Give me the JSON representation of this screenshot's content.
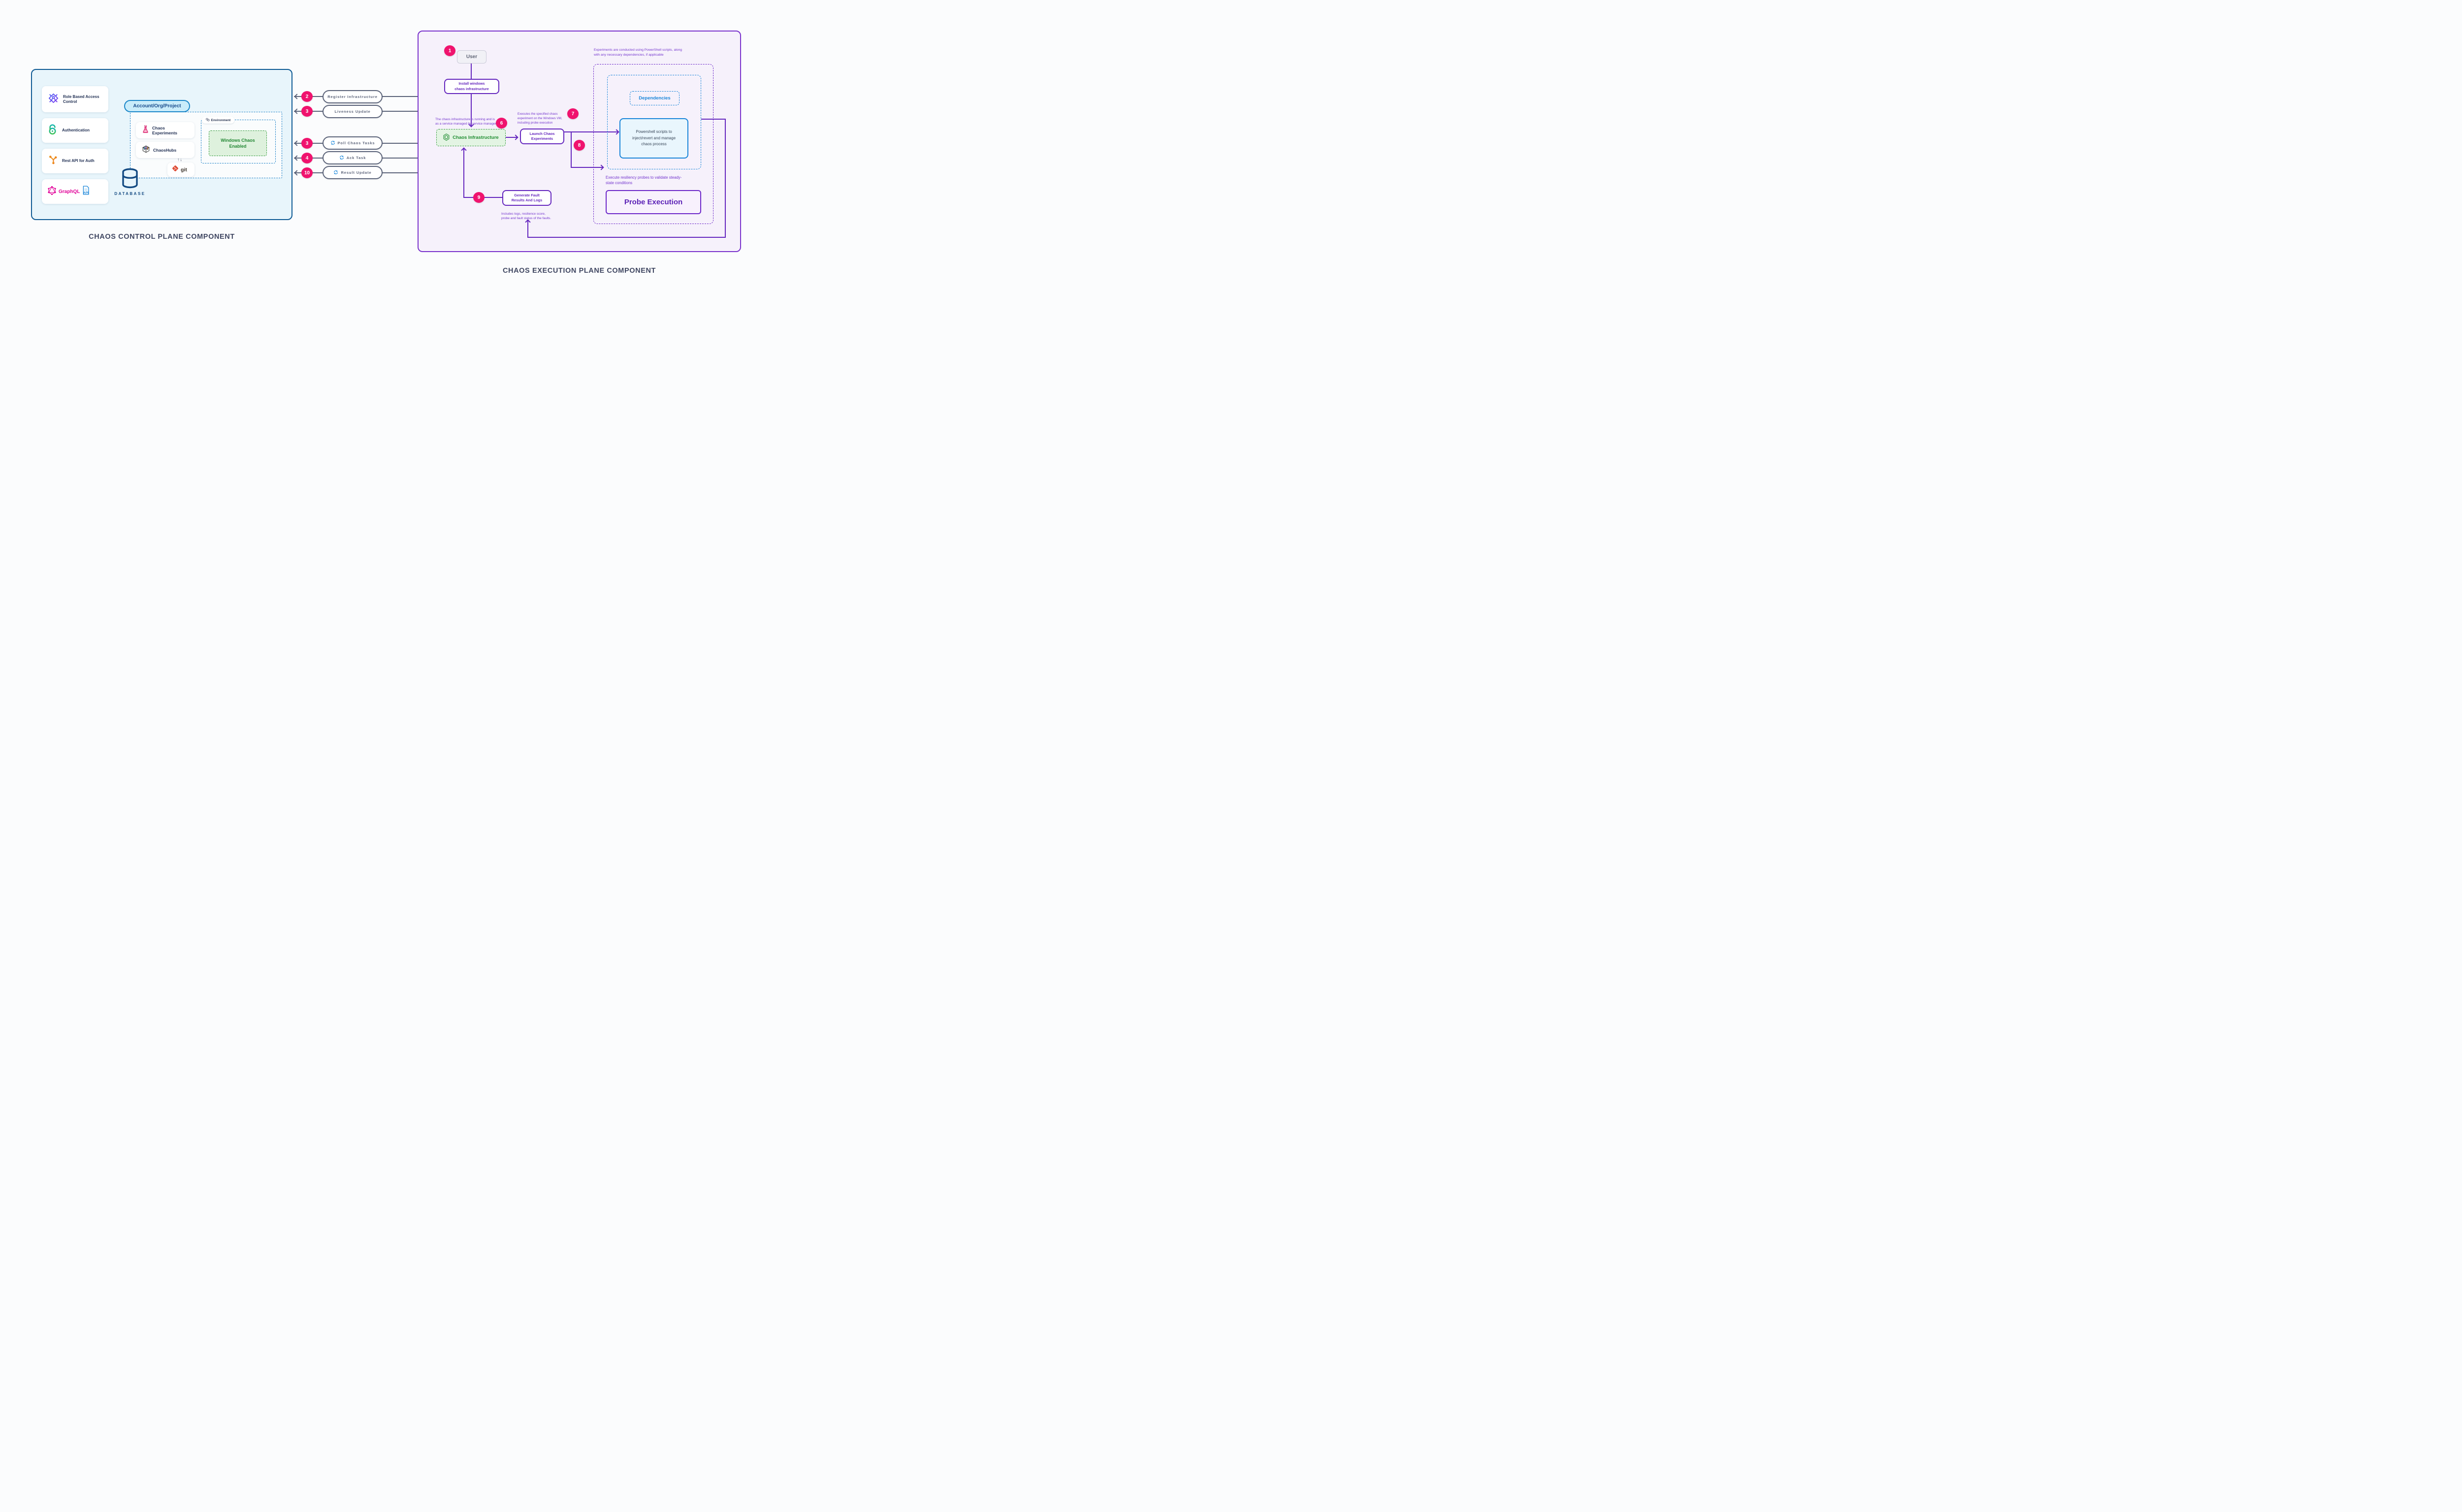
{
  "titles": {
    "control_plane": "CHAOS CONTROL PLANE COMPONENT",
    "execution_plane": "CHAOS EXECUTION PLANE COMPONENT"
  },
  "control_plane": {
    "cards": [
      {
        "label": "Role Based Access Control",
        "icon": "rbac-icon"
      },
      {
        "label": "Authentication",
        "icon": "open-lock-icon"
      },
      {
        "label": "Rest API for Auth",
        "icon": "branch-icon"
      },
      {
        "label": "GraphQL",
        "icon": "graphql-icon"
      }
    ],
    "api_doc_label": "API",
    "account_pill": "Account/Org/Project",
    "chaos_experiments": "Chaos Experiments",
    "chaoshubs": "ChaosHubs",
    "git_label": "git",
    "git_sync_arrows": "↑↓",
    "environment_label": "Environment",
    "windows_chaos": "Windows Chaos\nEnabled",
    "database_label": "DATABASE"
  },
  "flows": [
    {
      "num": "2",
      "label": "Register Infrastructure",
      "sync_icon": false
    },
    {
      "num": "3",
      "label": "Liveness Update",
      "sync_icon": false
    },
    {
      "num": "3",
      "label": "Poll Chaos Tasks",
      "sync_icon": true
    },
    {
      "num": "4",
      "label": "Ack Task",
      "sync_icon": true
    },
    {
      "num": "10",
      "label": "Result Update",
      "sync_icon": true
    }
  ],
  "execution_plane": {
    "badges": {
      "user": "1",
      "running": "6",
      "executes": "7",
      "branch": "8",
      "generate": "9"
    },
    "user": "User",
    "install": "Install windows\nchaos infrastructure",
    "running_note": "The chaos infrastructure is running and is\nas a service managed by service manager",
    "chaos_infrastructure": "Chaos Infrastructure",
    "executes_note": "Executes the specified chaos\nexperiment on the Windows VM,\nincluding probe execution",
    "launch": "Launch Chaos\nExperiments",
    "generate": "Generate Fault\nResults And Logs",
    "includes_note": "Includes logs, resilience score,\nprobe and fault status of the faults.",
    "powershell_note": "Experiments are conducted using PowerShell scripts, along\nwith any necessary dependencies, if applicable",
    "dependencies": "Dependencies",
    "powershell_box": "Powershell scripts to\ninject/revert and manage\nchaos process",
    "probe_note": "Execute resiliency probes to validate steady-\nstate conditions",
    "probe_execution": "Probe Execution"
  },
  "colors": {
    "control_panel_bg": "#e8f5fb",
    "control_panel_border": "#0e5a94",
    "execution_panel_bg": "#f6f1fb",
    "execution_panel_border": "#7a33cc",
    "badge": "#f0136e",
    "flow_line": "#5b6379",
    "purple_accent": "#6527be",
    "purple_note": "#7436ce",
    "green_accent": "#1f8c31",
    "blue_accent": "#1a86d9",
    "navy_text": "#1e2d51",
    "graphql_pink": "#e10098"
  }
}
